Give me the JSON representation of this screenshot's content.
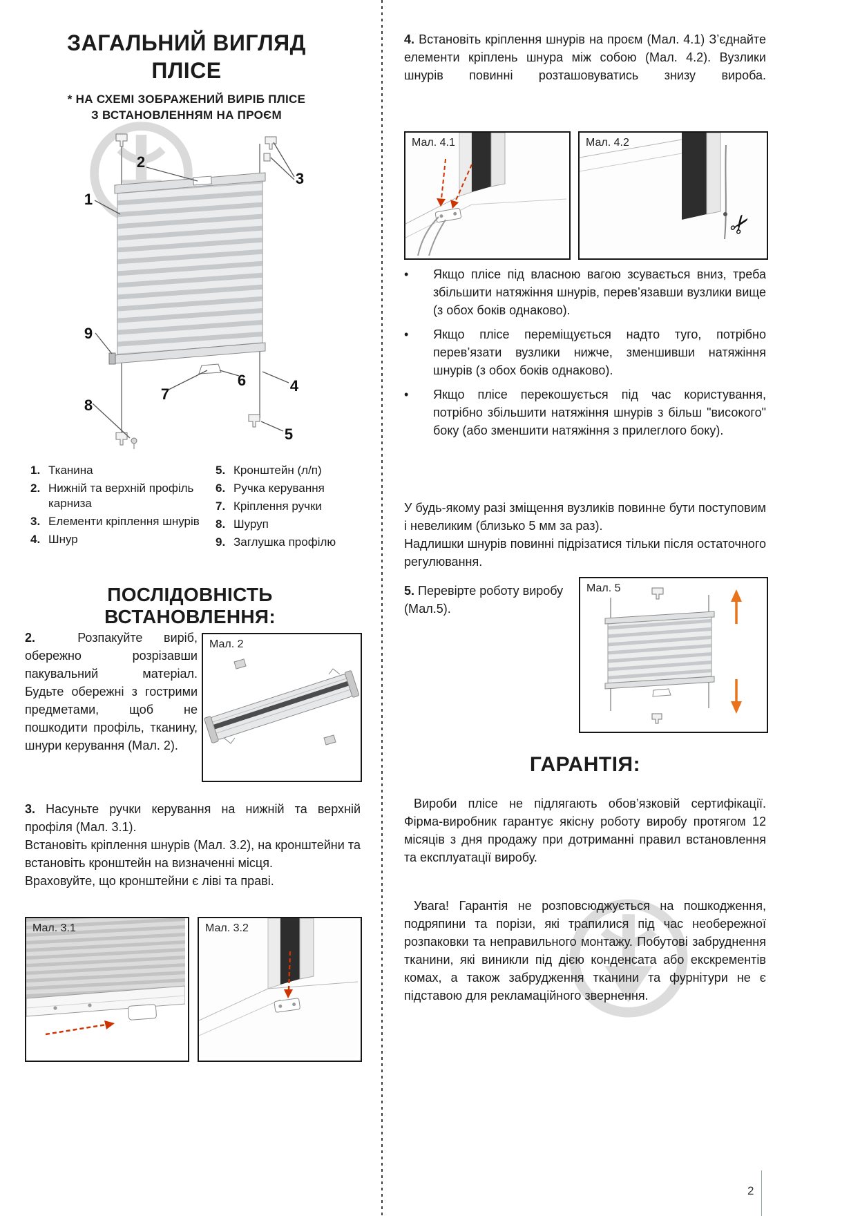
{
  "glyphs": {
    "bullet": "•",
    "scissors": "✂"
  },
  "page": {
    "number": "2"
  },
  "diagram": {
    "callouts": [
      "1",
      "2",
      "3",
      "4",
      "5",
      "6",
      "7",
      "8",
      "9"
    ]
  },
  "left": {
    "title_line1": "ЗАГАЛЬНИЙ ВИГЛЯД",
    "title_line2": "ПЛІСЕ",
    "subtitle_line1": "* НА СХЕМІ ЗОБРАЖЕНИЙ ВИРІБ ПЛІСЕ",
    "subtitle_line2": "З ВСТАНОВЛЕННЯМ НА ПРОЄМ",
    "legend": {
      "col1": [
        {
          "num": "1.",
          "text": "Тканина"
        },
        {
          "num": "2.",
          "text": "Нижній та верхній профіль карниза"
        },
        {
          "num": "3.",
          "text": "Елементи кріплення шнурів"
        },
        {
          "num": "4.",
          "text": "Шнур"
        }
      ],
      "col2": [
        {
          "num": "5.",
          "text": "Кронштейн (л/п)"
        },
        {
          "num": "6.",
          "text": "Ручка керування"
        },
        {
          "num": "7.",
          "text": "Кріплення ручки"
        },
        {
          "num": "8.",
          "text": "Шуруп"
        },
        {
          "num": "9.",
          "text": "Заглушка профілю"
        }
      ]
    },
    "sequence_heading": "ПОСЛІДОВНІСТЬ ВСТАНОВЛЕННЯ:",
    "step2_num": "2.",
    "step2_text": "Розпакуйте виріб, обережно розрізавши пакувальний матеріал. Будьте обережні з гострими предметами, щоб не пошкодити профіль, тканину, шнури керування (Мал. 2).",
    "fig2_label": "Мал. 2",
    "step3_num": "3.",
    "step3_p1": "Насуньте ручки керування на нижній та верхній профіля (Мал. 3.1).",
    "step3_p2": "Встановіть кріплення шнурів (Мал. 3.2), на кронштейни та встановіть кронштейн на визначенні місця.",
    "step3_p3": "Враховуйте, що кронштейни є ліві та праві.",
    "fig31_label": "Мал. 3.1",
    "fig32_label": "Мал. 3.2"
  },
  "right": {
    "step4_num": "4.",
    "step4_text": "Встановіть кріплення шнурів на проєм (Мал. 4.1) З’єднайте елементи кріплень шнура між собою (Мал. 4.2). Вузлики шнурів повинні розташовуватись знизу вироба.",
    "fig41_label": "Мал. 4.1",
    "fig42_label": "Мал. 4.2",
    "bullets": [
      "Якщо плісе під власною вагою зсувається вниз, треба збільшити натяжіння шнурів, перев’язавши вузлики вище (з обох боків однаково).",
      "Якщо плісе переміщується надто туго, потрібно перев’язати вузлики нижче, зменшивши натяжіння шнурів (з обох боків однаково).",
      "Якщо плісе перекошується під час користування, потрібно збільшити натяжіння шнурів з більш \"високого\" боку (або зменшити натяжіння з прилеглого боку)."
    ],
    "note1": "У будь-якому разі зміщення вузликів повинне бути поступовим і невеликим (близько 5 мм за раз).",
    "note2": "Надлишки шнурів повинні підрізатися тільки після остаточного регулювання.",
    "step5_num": "5.",
    "step5_text": "Перевірте роботу виробу (Мал.5).",
    "fig5_label": "Мал. 5",
    "warranty_heading": "ГАРАНТІЯ:",
    "warranty_p1": "Вироби плісе не підлягають обов’язковій сертифікації. Фірма-виробник гарантує якісну роботу виробу протягом 12 місяців з дня продажу при дотриманні правил встановлення та експлуатації виробу.",
    "warranty_p2": "Увага! Гарантія не розповсюджується на пошкодження, подряпини та порізи, які трапилися під час необережної розпаковки та неправильного монтажу. Побутові забруднення тканини, які виникли під дією конденсата або екскрементів комах, а також забрудження тканини та фурнітури не є підставою для рекламаційного звернення."
  }
}
